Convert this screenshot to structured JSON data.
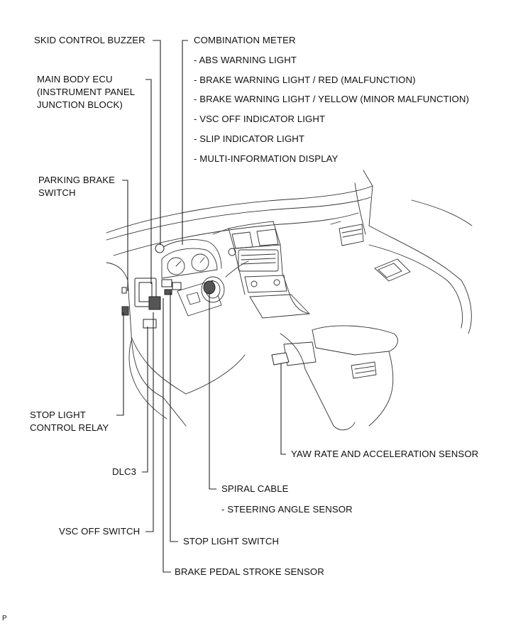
{
  "labels": {
    "skid_control_buzzer": "SKID CONTROL BUZZER",
    "main_body_ecu": [
      "MAIN BODY ECU",
      "(INSTRUMENT PANEL",
      "JUNCTION BLOCK)"
    ],
    "parking_brake_switch": [
      "PARKING BRAKE",
      "SWITCH"
    ],
    "stop_light_control_relay": [
      "STOP LIGHT",
      "CONTROL RELAY"
    ],
    "dlc3": "DLC3",
    "vsc_off_switch": "VSC OFF SWITCH",
    "stop_light_switch": "STOP LIGHT SWITCH",
    "brake_pedal_stroke_sensor": "BRAKE PEDAL STROKE SENSOR",
    "combination_meter": "COMBINATION METER",
    "combination_meter_items": [
      "- ABS WARNING LIGHT",
      "- BRAKE WARNING LIGHT / RED (MALFUNCTION)",
      "- BRAKE WARNING LIGHT / YELLOW (MINOR MALFUNCTION)",
      "- VSC OFF INDICATOR LIGHT",
      "- SLIP INDICATOR LIGHT",
      "- MULTI-INFORMATION DISPLAY"
    ],
    "yaw_rate_sensor": "YAW RATE AND ACCELERATION SENSOR",
    "spiral_cable": "SPIRAL CABLE",
    "steering_angle_sensor": "- STEERING ANGLE SENSOR",
    "corner_mark": "P"
  }
}
